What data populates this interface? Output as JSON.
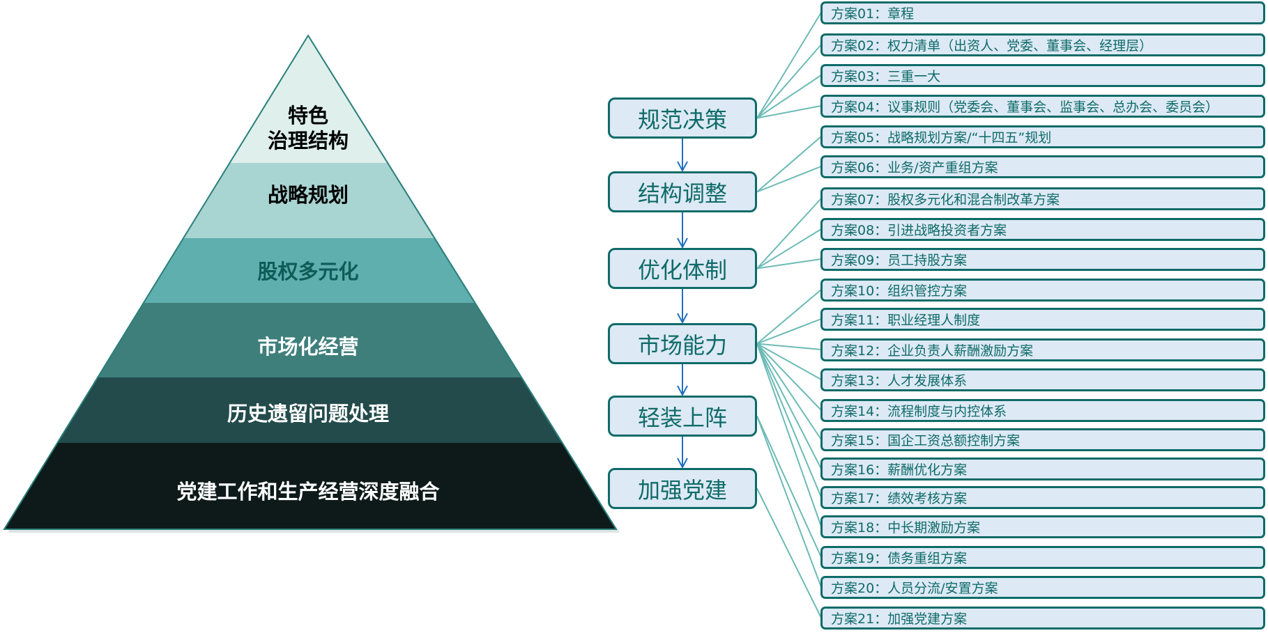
{
  "pyramid": {
    "layers": [
      {
        "label_line1": "特色",
        "label_line2": "治理结构",
        "color": "#deefec",
        "text_color": "#000000"
      },
      {
        "label": "战略规划",
        "color": "#a8d4d2",
        "text_color": "#000000"
      },
      {
        "label": "股权多元化",
        "color": "#5eafae",
        "text_color": "#0e5c58"
      },
      {
        "label": "市场化经营",
        "color": "#3e7f7c",
        "text_color": "#ffffff"
      },
      {
        "label": "历史遗留问题处理",
        "color": "#234b4b",
        "text_color": "#ffffff"
      },
      {
        "label": "党建工作和生产经营深度融合",
        "color": "#0e1a1a",
        "text_color": "#ffffff"
      }
    ]
  },
  "steps": [
    "规范决策",
    "结构调整",
    "优化体制",
    "市场能力",
    "轻装上阵",
    "加强党建"
  ],
  "plans": [
    {
      "label": "方案01：章程",
      "step": 0
    },
    {
      "label": "方案02：权力清单（出资人、党委、董事会、经理层）",
      "step": 0
    },
    {
      "label": "方案03：三重一大",
      "step": 0
    },
    {
      "label": "方案04：议事规则（党委会、董事会、监事会、总办会、委员会）",
      "step": 0
    },
    {
      "label": "方案05：战略规划方案/“十四五”规划",
      "step": 1
    },
    {
      "label": "方案06：业务/资产重组方案",
      "step": 1
    },
    {
      "label": "方案07：股权多元化和混合制改革方案",
      "step": 2
    },
    {
      "label": "方案08：引进战略投资者方案",
      "step": 2
    },
    {
      "label": "方案09：员工持股方案",
      "step": 2
    },
    {
      "label": "方案10：组织管控方案",
      "step": 3
    },
    {
      "label": "方案11：职业经理人制度",
      "step": 3
    },
    {
      "label": "方案12：企业负责人薪酬激励方案",
      "step": 3
    },
    {
      "label": "方案13：人才发展体系",
      "step": 3
    },
    {
      "label": "方案14：流程制度与内控体系",
      "step": 3
    },
    {
      "label": "方案15：国企工资总额控制方案",
      "step": 3
    },
    {
      "label": "方案16：薪酬优化方案",
      "step": 3
    },
    {
      "label": "方案17：绩效考核方案",
      "step": 3
    },
    {
      "label": "方案18：中长期激励方案",
      "step": 3
    },
    {
      "label": "方案19：债务重组方案",
      "step": 4
    },
    {
      "label": "方案20：人员分流/安置方案",
      "step": 4
    },
    {
      "label": "方案21：加强党建方案",
      "step": 5
    }
  ],
  "colors": {
    "box_fill": "#dde9f5",
    "box_border": "#0e6b68",
    "connector": "#6bbab5",
    "arrow": "#1f6fc0"
  }
}
